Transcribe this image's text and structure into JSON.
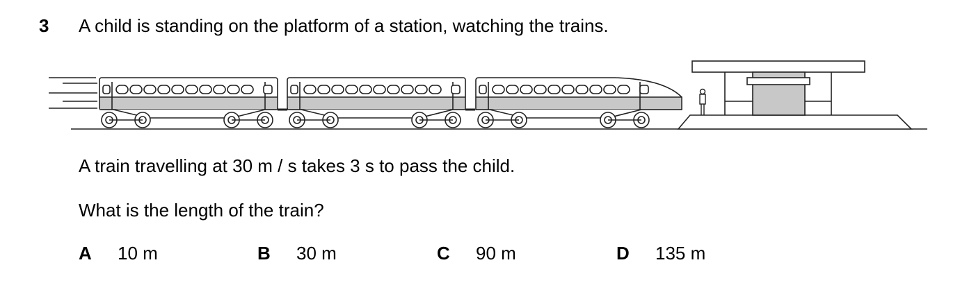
{
  "question": {
    "number": "3",
    "stem": "A child is standing on the platform of a station, watching the trains.",
    "given": "A train travelling at 30 m / s takes 3 s to pass the child.",
    "ask": "What is the length of the train?"
  },
  "options": [
    {
      "letter": "A",
      "text": "10 m"
    },
    {
      "letter": "B",
      "text": "30 m"
    },
    {
      "letter": "C",
      "text": "90 m"
    },
    {
      "letter": "D",
      "text": "135 m"
    }
  ],
  "figure": {
    "carriage_count": 3,
    "colors": {
      "stroke": "#222222",
      "band": "#c8c8c8",
      "window": "#ffffff"
    }
  }
}
